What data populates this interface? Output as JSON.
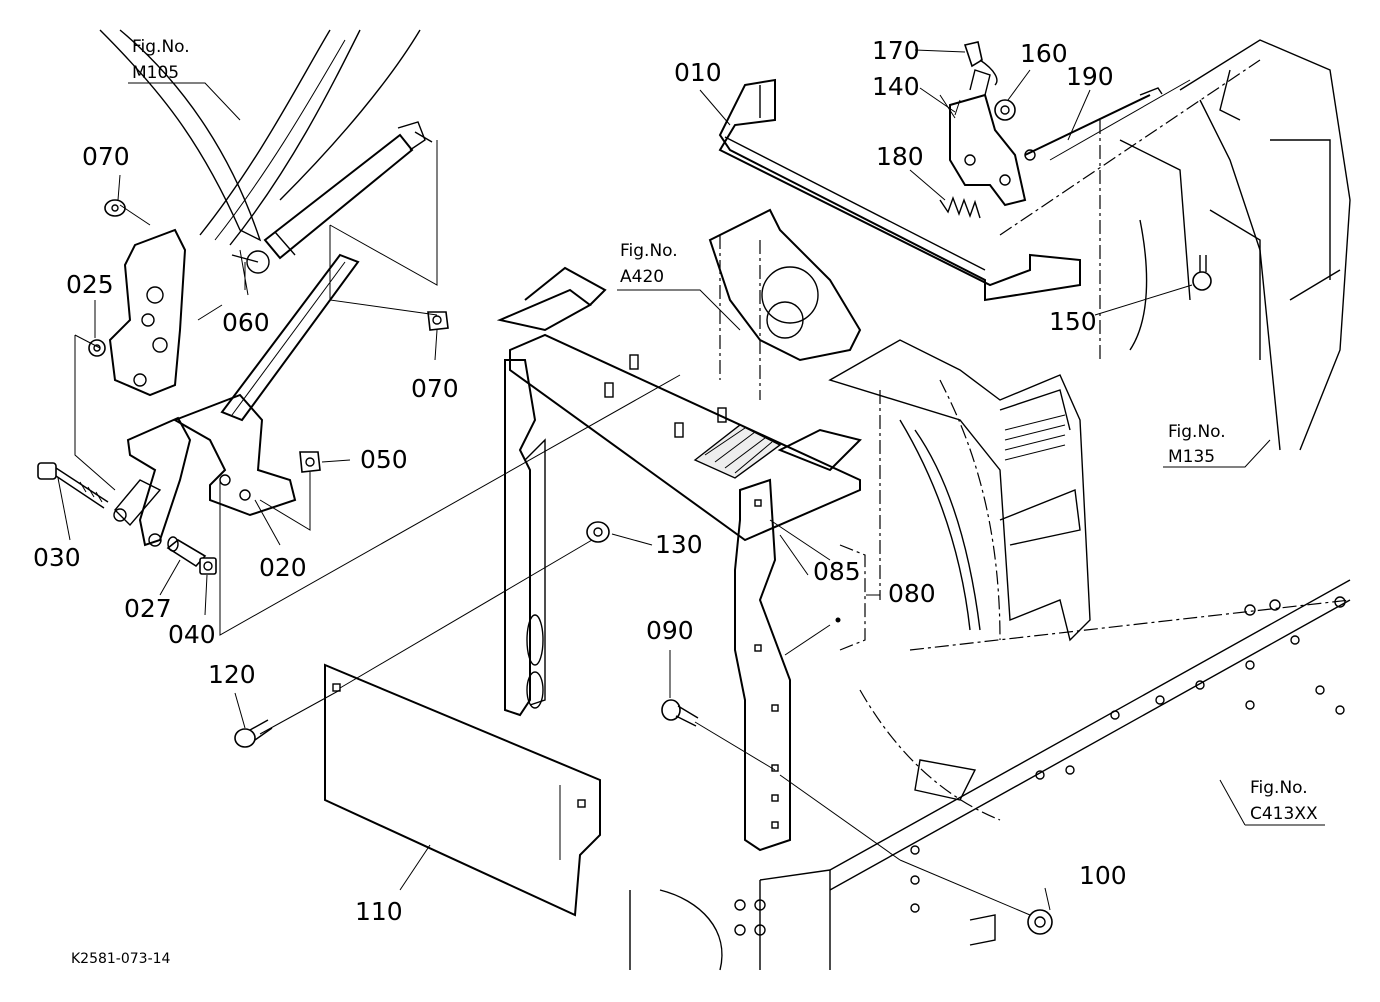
{
  "drawing": {
    "code": "K2581-073-14",
    "part_labels": {
      "p010": "010",
      "p020": "020",
      "p025": "025",
      "p027": "027",
      "p030": "030",
      "p040": "040",
      "p050": "050",
      "p060": "060",
      "p070a": "070",
      "p070b": "070",
      "p080": "080",
      "p085": "085",
      "p090": "090",
      "p100": "100",
      "p110": "110",
      "p120": "120",
      "p130": "130",
      "p140": "140",
      "p150": "150",
      "p160": "160",
      "p170": "170",
      "p180": "180",
      "p190": "190"
    },
    "figure_refs": {
      "m105": {
        "title": "Fig.No.",
        "number": "M105"
      },
      "a420": {
        "title": "Fig.No.",
        "number": "A420"
      },
      "m135": {
        "title": "Fig.No.",
        "number": "M135"
      },
      "c413": {
        "title": "Fig.No.",
        "number": "C413XX"
      }
    }
  }
}
